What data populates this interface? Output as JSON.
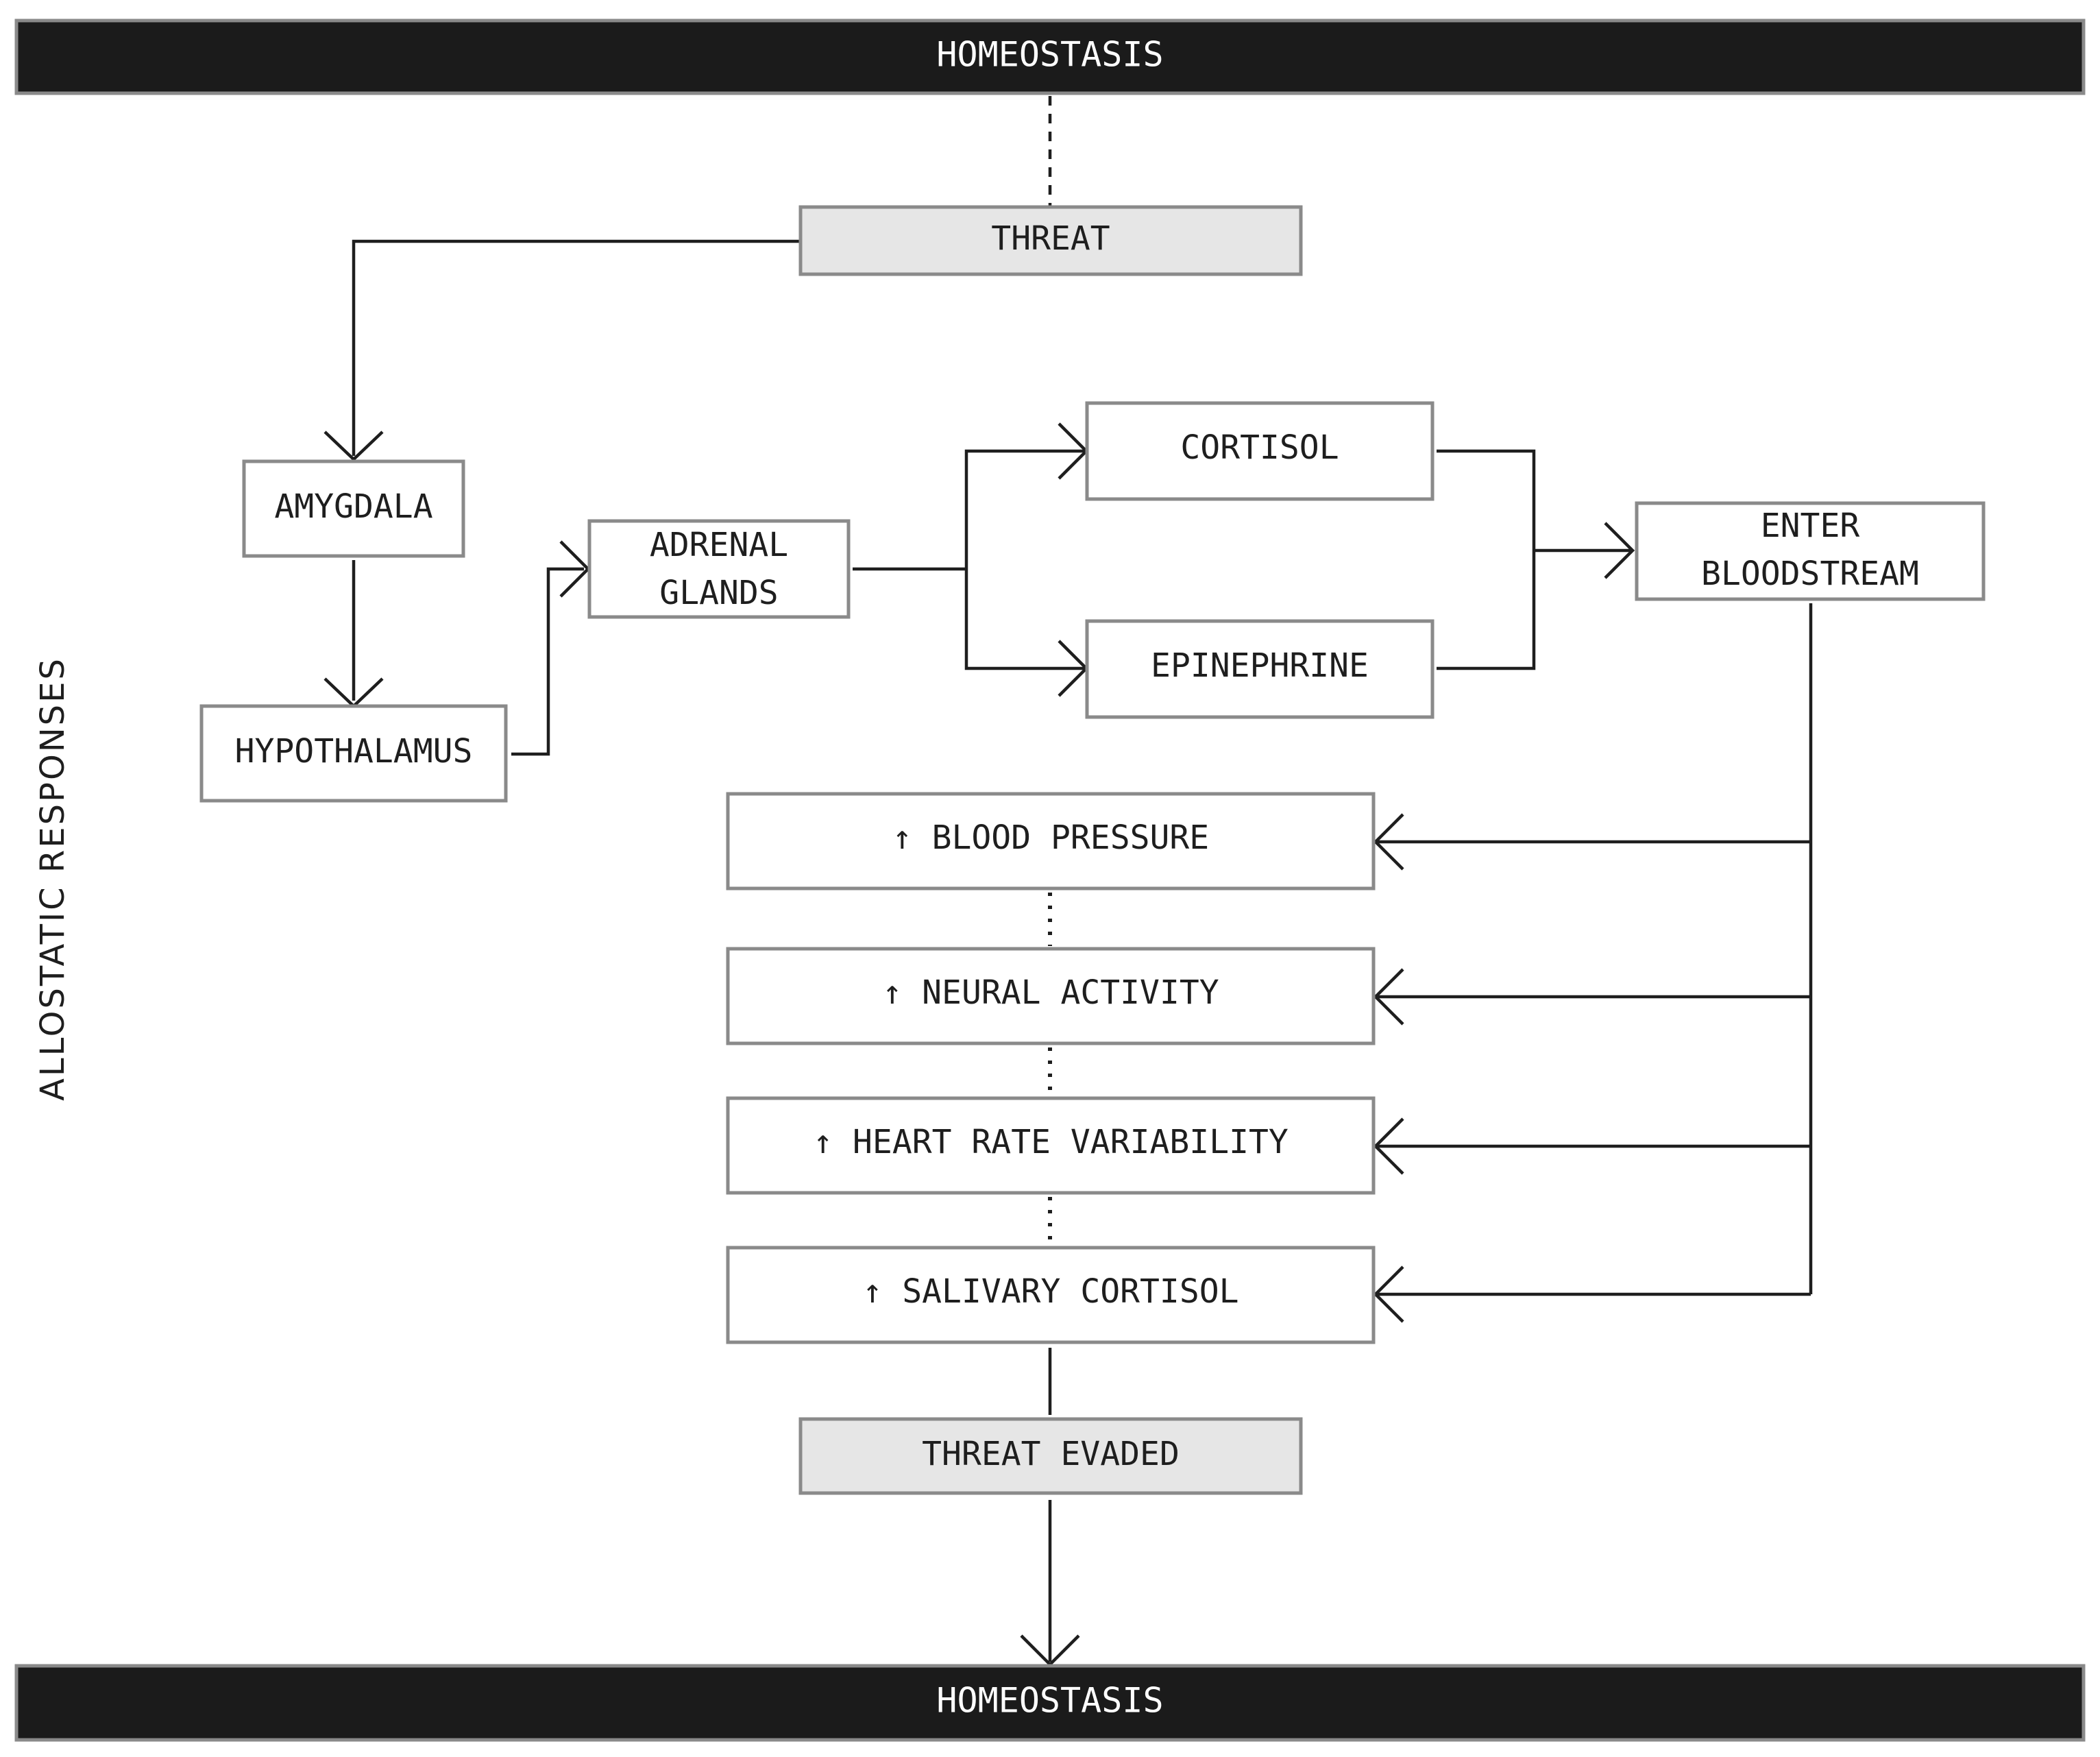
{
  "top_bar": {
    "label": "HOMEOSTASIS"
  },
  "bottom_bar": {
    "label": "HOMEOSTASIS"
  },
  "side_label": "ALLOSTATIC RESPONSES",
  "nodes": {
    "threat": "THREAT",
    "amygdala": "AMYGDALA",
    "hypothalamus": "HYPOTHALAMUS",
    "adrenal_line1": "ADRENAL",
    "adrenal_line2": "GLANDS",
    "cortisol": "CORTISOL",
    "epinephrine": "EPINEPHRINE",
    "enter_line1": "ENTER",
    "enter_line2": "BLOODSTREAM",
    "blood_pressure": "↑ BLOOD PRESSURE",
    "neural_activity": "↑ NEURAL ACTIVITY",
    "heart_rate_variability": "↑ HEART RATE VARIABILITY",
    "salivary_cortisol": "↑ SALIVARY CORTISOL",
    "threat_evaded": "THREAT EVADED"
  },
  "colors": {
    "bar_fill": "#1b1b1b",
    "box_border": "#8a8a8a",
    "highlight_fill": "#e6e6e6",
    "line": "#1e1e1e"
  }
}
